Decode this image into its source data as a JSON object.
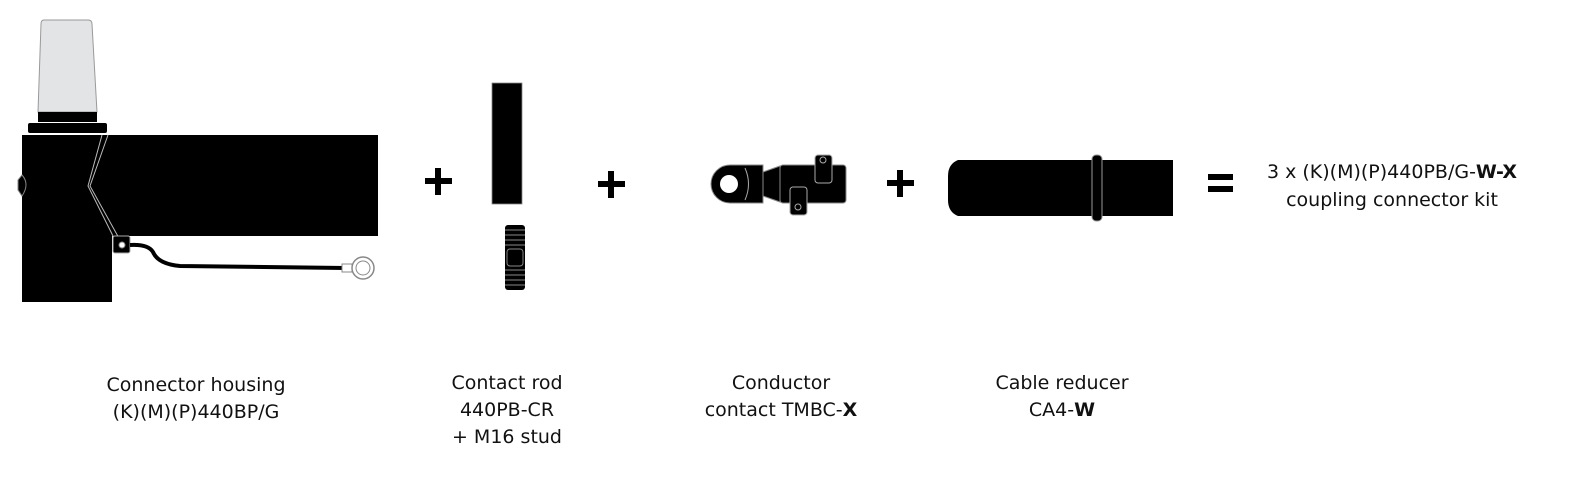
{
  "components": [
    {
      "name_line1": "Connector housing",
      "name_line2": "(K)(M)(P)440BP/G"
    },
    {
      "name_line1": "Contact rod",
      "name_line2": "440PB-CR",
      "name_line3": "+ M16 stud"
    },
    {
      "name_line1": "Conductor",
      "name_line2_prefix": "contact TMBC-",
      "name_line2_bold": "X"
    },
    {
      "name_line1": "Cable reducer",
      "name_line2_prefix": "CA4-",
      "name_line2_bold": "W"
    }
  ],
  "operators": {
    "plus": "+",
    "equals": "="
  },
  "result": {
    "line1_prefix": "3 x (K)(M)(P)440PB/G-",
    "line1_bold": "W-X",
    "line2": "coupling connector kit"
  },
  "colors": {
    "ink": "#000000",
    "cap": "#e3e4e6",
    "outline": "#999999"
  }
}
